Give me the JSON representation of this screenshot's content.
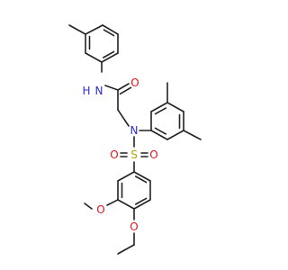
{
  "colors": {
    "bond": "#222222",
    "nitrogen": "#2b2bd6",
    "oxygen": "#e0141b",
    "sulfur": "#b5a300",
    "carbon": "#222222"
  },
  "labels": {
    "amide_nitrogen": "N",
    "amide_hydrogen": "H",
    "carbonyl_oxygen": "O",
    "sulfonamide_nitrogen": "N",
    "sulfur": "S",
    "sulfonyl_oxygen_left": "O",
    "sulfonyl_oxygen_right": "O",
    "methoxy_oxygen_3": "O",
    "methoxy_oxygen_4": "O"
  }
}
